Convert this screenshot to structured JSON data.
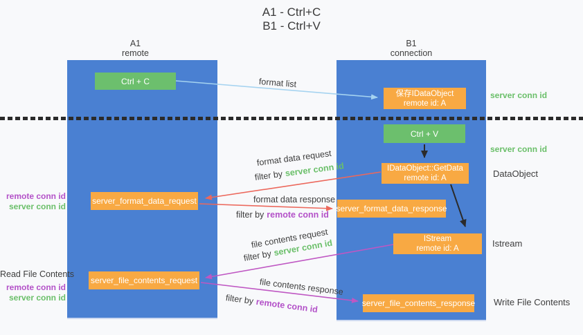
{
  "title": {
    "line1": "A1 - Ctrl+C",
    "line2": "B1 - Ctrl+V"
  },
  "lanes": {
    "left": {
      "title": "A1",
      "subtitle": "remote"
    },
    "right": {
      "title": "B1",
      "subtitle": "connection"
    }
  },
  "nodes": {
    "ctrl_c": {
      "label": "Ctrl + C"
    },
    "save_idataobject": {
      "line1": "保存IDataObject",
      "line2": "remote id: A"
    },
    "ctrl_v": {
      "label": "Ctrl + V"
    },
    "idataobject_getdata": {
      "line1": "IDataObject::GetData",
      "line2": "remote id: A"
    },
    "server_format_data_request": {
      "label": "server_format_data_request"
    },
    "server_format_data_response": {
      "label": "server_format_data_response"
    },
    "istream": {
      "line1": "IStream",
      "line2": "remote id: A"
    },
    "server_file_contents_request": {
      "label": "server_file_contents_request"
    },
    "server_file_contents_response": {
      "label": "server_file_contents_response"
    }
  },
  "arrow_labels": {
    "format_list": "format list",
    "format_data_request": "format data request",
    "format_data_response": "format data response",
    "file_contents_request": "file contents request",
    "file_contents_response": "file contents response",
    "filter_by": "filter by",
    "server_conn_id": "server conn id",
    "remote_conn_id": "remote conn id"
  },
  "side_labels": {
    "server_conn_id": "server conn id",
    "remote_conn_id": "remote conn id",
    "dataobject": "DataObject",
    "istream": "Istream",
    "read_file_contents": "Read File Contents",
    "write_file_contents": "Write File Contents"
  },
  "colors": {
    "lane_blue": "#4a80d2",
    "node_orange": "#f8a943",
    "node_green": "#6cbf6d",
    "arrow_light_blue": "#a5d3f0",
    "arrow_red": "#ec685c",
    "arrow_purple": "#bf57c3",
    "arrow_black": "#2b2b2b",
    "text_green": "#6abf69",
    "text_purple": "#b351c8",
    "text_dark": "#3d3d3d",
    "background": "#f8f9fb"
  }
}
